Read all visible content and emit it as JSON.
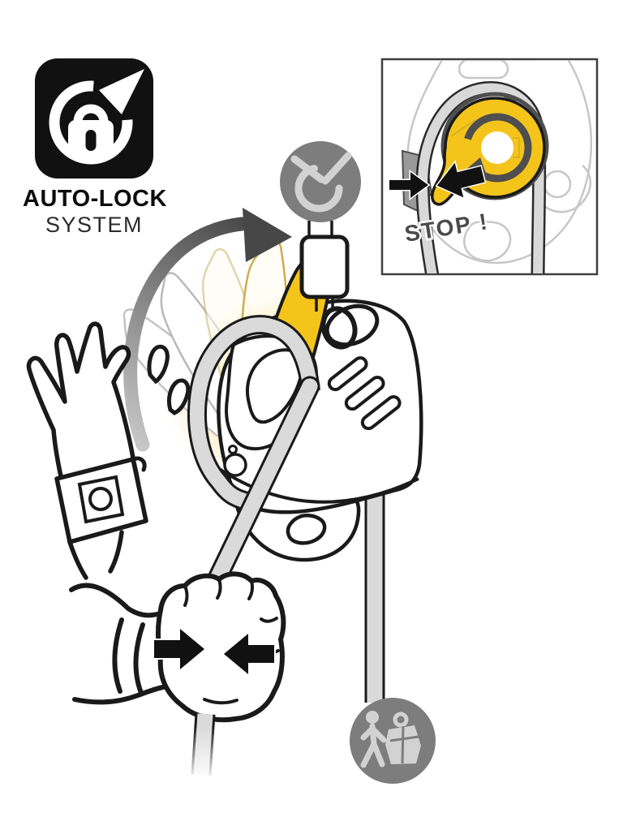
{
  "scene": {
    "description": "Instruction illustration: descender auto-lock function. Releasing the handle locks the rope; the free hand always grips the brake-side rope.",
    "badge": {
      "title": "AUTO-LOCK",
      "subtitle": "SYSTEM",
      "icon": "auto-lock-icon"
    },
    "inset": {
      "caption": "STOP !"
    },
    "pictograms": {
      "auto_lock": "padlock inside circular rotation arrow",
      "anchor": "anchorage attachment symbol in gray circle",
      "load": "worker with load bag in gray circle",
      "grip": "two opposing arrows on braking hand",
      "handle_motion": "curved arrow showing handle springing back"
    },
    "colors": {
      "highlight_yellow": "#F5C41B",
      "pale_yellow": "#FBE9A8",
      "pictogram_gray": "#7D7D7D",
      "pictogram_glyph_gray": "#D2D2D2",
      "rope_gray": "#DADADA",
      "motion_arrow_dark": "#474747",
      "outline_black": "#1A1A1A",
      "faint_outline_gray": "#C7C7C7",
      "stop_text_gray": "#4B4B4B",
      "badge_black": "#111111"
    }
  }
}
